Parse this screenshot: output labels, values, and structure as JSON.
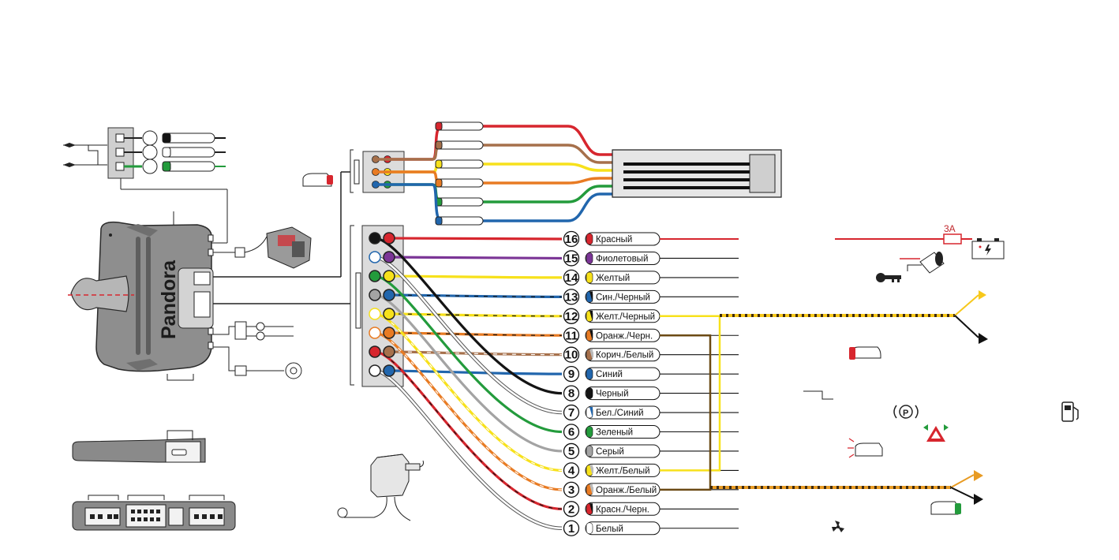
{
  "brand": "Pandora",
  "fuse_label": "3A",
  "colors": {
    "red": "#d7262e",
    "violet": "#7b3596",
    "yellow": "#f7e11b",
    "blue": "#2166ad",
    "black": "#141414",
    "orange": "#e87b23",
    "brown": "#a6704b",
    "green": "#239b3c",
    "grey": "#a3a3a3",
    "white": "#ffffff",
    "pale_yellow": "#f8e36a",
    "body_grey": "#8f8f8f"
  },
  "main_harness": [
    {
      "pin": "16",
      "label": "Красный",
      "color": "red",
      "stripe": null
    },
    {
      "pin": "15",
      "label": "Фиолетовый",
      "color": "violet",
      "stripe": null
    },
    {
      "pin": "14",
      "label": "Желтый",
      "color": "yellow",
      "stripe": null
    },
    {
      "pin": "13",
      "label": "Син./Черный",
      "color": "blue",
      "stripe": "black"
    },
    {
      "pin": "12",
      "label": "Желт./Черный",
      "color": "yellow",
      "stripe": "black"
    },
    {
      "pin": "11",
      "label": "Оранж./Черн.",
      "color": "orange",
      "stripe": "black"
    },
    {
      "pin": "10",
      "label": "Корич./Белый",
      "color": "brown",
      "stripe": "white"
    },
    {
      "pin": "9",
      "label": "Синий",
      "color": "blue",
      "stripe": null
    },
    {
      "pin": "8",
      "label": "Черный",
      "color": "black",
      "stripe": null
    },
    {
      "pin": "7",
      "label": "Бел./Синий",
      "color": "white",
      "stripe": "blue"
    },
    {
      "pin": "6",
      "label": "Зеленый",
      "color": "green",
      "stripe": null
    },
    {
      "pin": "5",
      "label": "Серый",
      "color": "grey",
      "stripe": null
    },
    {
      "pin": "4",
      "label": "Желт./Белый",
      "color": "yellow",
      "stripe": "white"
    },
    {
      "pin": "3",
      "label": "Оранж./Белый",
      "color": "orange",
      "stripe": "white"
    },
    {
      "pin": "2",
      "label": "Красн./Черн.",
      "color": "red",
      "stripe": "black"
    },
    {
      "pin": "1",
      "label": "Белый",
      "color": "white",
      "stripe": null
    }
  ],
  "top_harness_colors": [
    "red",
    "brown",
    "yellow",
    "orange",
    "green",
    "blue"
  ],
  "left_harness_colors": [
    "black",
    "white",
    "green"
  ],
  "icons": [
    "car-door-icon",
    "remote-button-icon",
    "siren-icon",
    "ignition-key-icon",
    "battery-icon",
    "fuse-icon",
    "car-trunk-icon",
    "parking-brake-icon",
    "hazard-warning-icon",
    "fuel-icon",
    "car-lights-icon",
    "car-green-icon",
    "fan-icon",
    "temperature-sensor-icon",
    "usb-module-icon",
    "connector-strip-icon"
  ]
}
